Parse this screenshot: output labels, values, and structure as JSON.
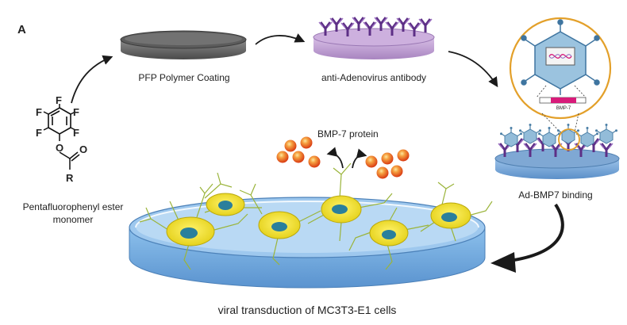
{
  "panel_letter": "A",
  "labels": {
    "pfp_coating": "PFP Polymer Coating",
    "antibody": "anti-Adenovirus antibody",
    "ad_binding": "Ad-BMP7 binding",
    "bmp7_protein": "BMP-7 protein",
    "monomer_line1": "Pentafluorophenyl ester",
    "monomer_line2": "monomer",
    "transduction": "viral transduction of MC3T3-E1 cells",
    "gene_label": "BMP-7"
  },
  "molecule": {
    "fluorine": "F",
    "oxygen": "O",
    "r_group": "R"
  },
  "colors": {
    "pfp_dish": "#6b6b6b",
    "antibody_dish": "#c8a8d8",
    "antibody": "#6a3d8f",
    "virus": "#8fb7d6",
    "binding_dish": "#7fa9d8",
    "cell_dish": "#7fb2e0",
    "cell_body": "#f2e629",
    "nucleus": "#2a7f9c",
    "protein": "#e8541e",
    "inset_ring": "#e8a628",
    "gene_bar": "#d81b7a"
  }
}
